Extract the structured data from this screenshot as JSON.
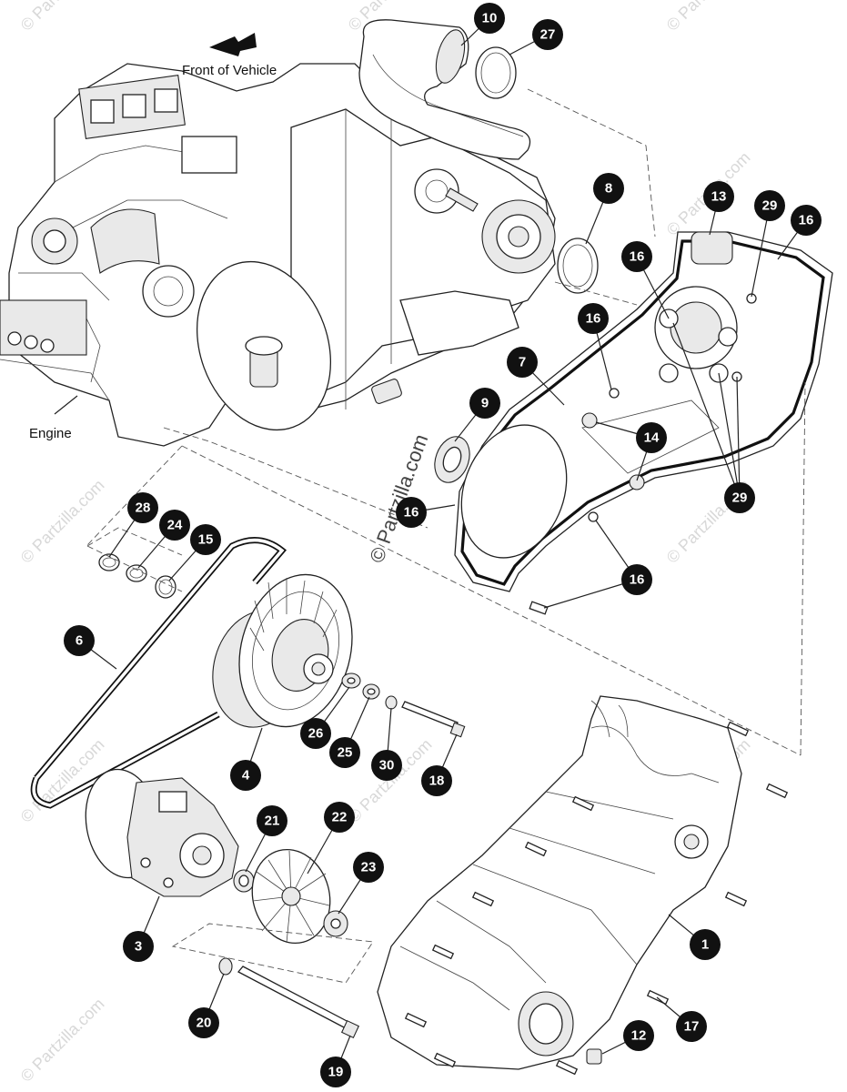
{
  "labels": {
    "front_of_vehicle": "Front of Vehicle",
    "engine": "Engine"
  },
  "watermark": {
    "main": "© Partzilla.com",
    "repeat": "© Partzilla.com"
  },
  "callouts": {
    "c10": "10",
    "c27": "27",
    "c8": "8",
    "c13": "13",
    "c29a": "29",
    "c16a": "16",
    "c16b": "16",
    "c16c": "16",
    "c7": "7",
    "c9": "9",
    "c14": "14",
    "c29b": "29",
    "c16d": "16",
    "c16e": "16",
    "c28": "28",
    "c24": "24",
    "c15": "15",
    "c6": "6",
    "c26": "26",
    "c25": "25",
    "c30": "30",
    "c18": "18",
    "c4": "4",
    "c21": "21",
    "c22": "22",
    "c23": "23",
    "c3": "3",
    "c1": "1",
    "c20": "20",
    "c17": "17",
    "c12": "12",
    "c19": "19"
  },
  "colors": {
    "callout_fill": "#111111",
    "callout_text": "#ffffff",
    "line": "#222222",
    "background": "#ffffff"
  },
  "icons": {
    "front_arrow": "arrow-left-icon"
  }
}
